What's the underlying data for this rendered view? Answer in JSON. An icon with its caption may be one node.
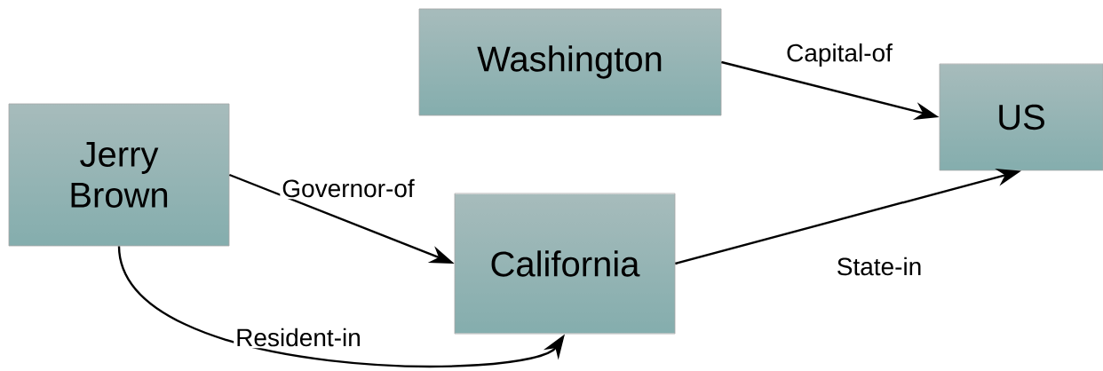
{
  "diagram": {
    "nodes": [
      {
        "text": [
          "Washington"
        ]
      },
      {
        "text": [
          "US"
        ]
      },
      {
        "text": [
          "Jerry Brown"
        ]
      },
      {
        "text": [
          "California"
        ]
      }
    ],
    "edges": [
      {
        "from": 0,
        "to": 1,
        "arrow": "to",
        "label": "Capital-of"
      },
      {
        "from": 2,
        "to": 3,
        "arrow": "to",
        "label": "Governor-of"
      },
      {
        "from": 3,
        "to": 1,
        "arrow": "to",
        "label": "State-in"
      },
      {
        "from": 2,
        "to": 3,
        "arrow": "to",
        "label": "Resident-in"
      }
    ]
  }
}
